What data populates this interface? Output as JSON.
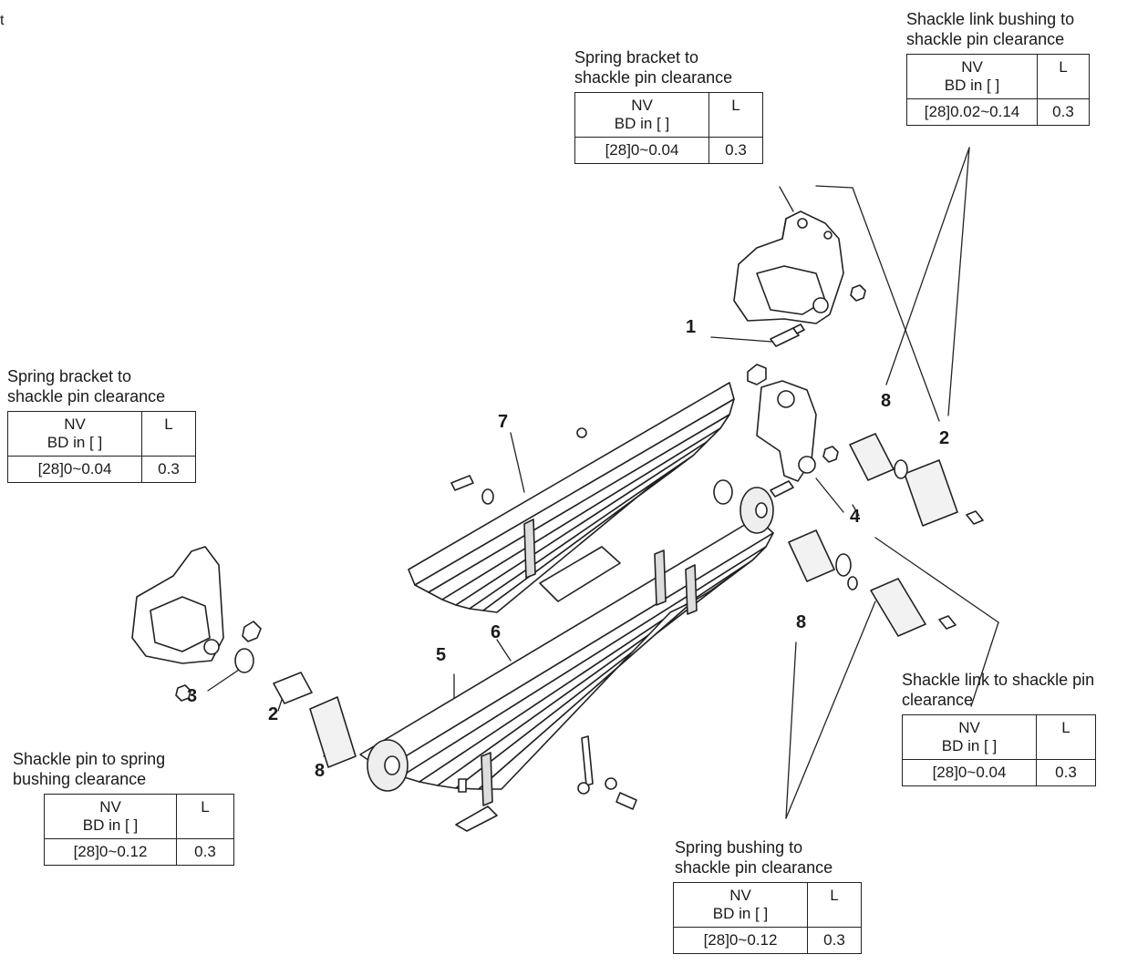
{
  "corner_fragment": "t",
  "callouts": [
    "1",
    "2",
    "2",
    "3",
    "4",
    "5",
    "6",
    "7",
    "8",
    "8",
    "8"
  ],
  "spec_tables": [
    {
      "title": [
        "Spring bracket to",
        "shackle pin clearance"
      ],
      "nv_label": "NV",
      "bd_label": "BD in [ ]",
      "l_label": "L",
      "nv_value": "[28]0~0.04",
      "l_value": "0.3"
    },
    {
      "title": [
        "Shackle link bushing to",
        "shackle pin clearance"
      ],
      "nv_label": "NV",
      "bd_label": "BD in [ ]",
      "l_label": "L",
      "nv_value": "[28]0.02~0.14",
      "l_value": "0.3"
    },
    {
      "title": [
        "Spring bracket to",
        "shackle pin clearance"
      ],
      "nv_label": "NV",
      "bd_label": "BD in [ ]",
      "l_label": "L",
      "nv_value": "[28]0~0.04",
      "l_value": "0.3"
    },
    {
      "title": [
        "Shackle link to shackle pin",
        "clearance"
      ],
      "nv_label": "NV",
      "bd_label": "BD in [ ]",
      "l_label": "L",
      "nv_value": "[28]0~0.04",
      "l_value": "0.3"
    },
    {
      "title": [
        "Shackle pin to spring",
        "bushing clearance"
      ],
      "nv_label": "NV",
      "bd_label": "BD in [ ]",
      "l_label": "L",
      "nv_value": "[28]0~0.12",
      "l_value": "0.3"
    },
    {
      "title": [
        "Spring bushing to",
        "shackle pin clearance"
      ],
      "nv_label": "NV",
      "bd_label": "BD in [ ]",
      "l_label": "L",
      "nv_value": "[28]0~0.12",
      "l_value": "0.3"
    }
  ]
}
